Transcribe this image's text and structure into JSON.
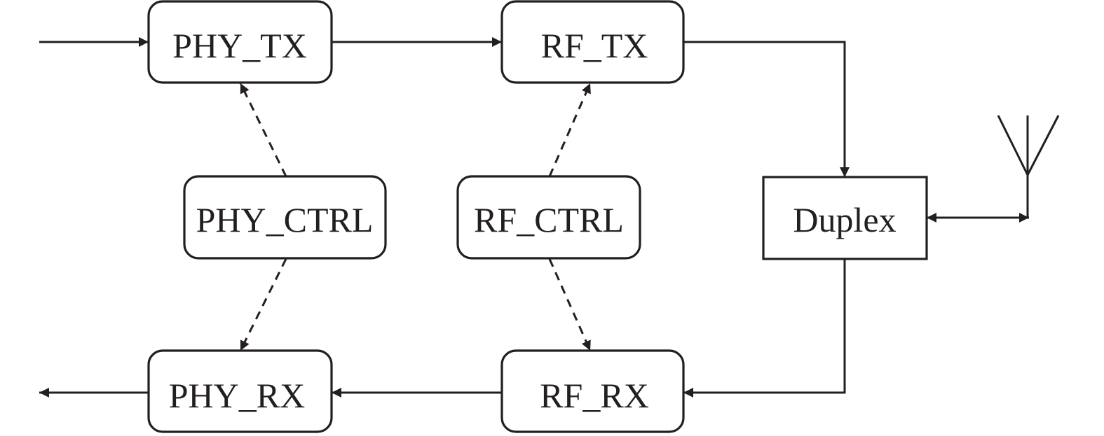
{
  "blocks": {
    "phy_tx": "PHY_TX",
    "rf_tx": "RF_TX",
    "phy_ctrl": "PHY_CTRL",
    "rf_ctrl": "RF_CTRL",
    "duplex": "Duplex",
    "phy_rx": "PHY_RX",
    "rf_rx": "RF_RX"
  },
  "colors": {
    "stroke": "#231f20",
    "background": "#ffffff"
  },
  "icons": {
    "antenna": "antenna-icon"
  }
}
